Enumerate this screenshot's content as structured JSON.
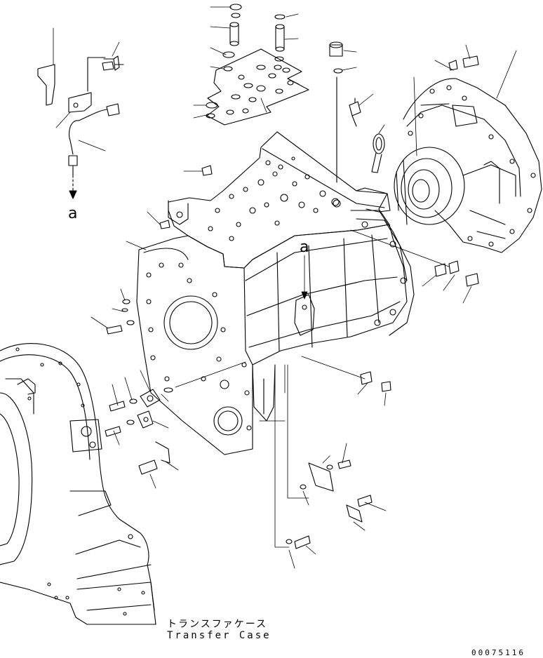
{
  "diagram": {
    "caption_jp": "トランスファケース",
    "caption_en": "Transfer Case",
    "part_number": "00075116",
    "reference_marks": {
      "left": "a",
      "center": "a"
    }
  },
  "colors": {
    "ink": "#000000",
    "paper": "#ffffff"
  }
}
